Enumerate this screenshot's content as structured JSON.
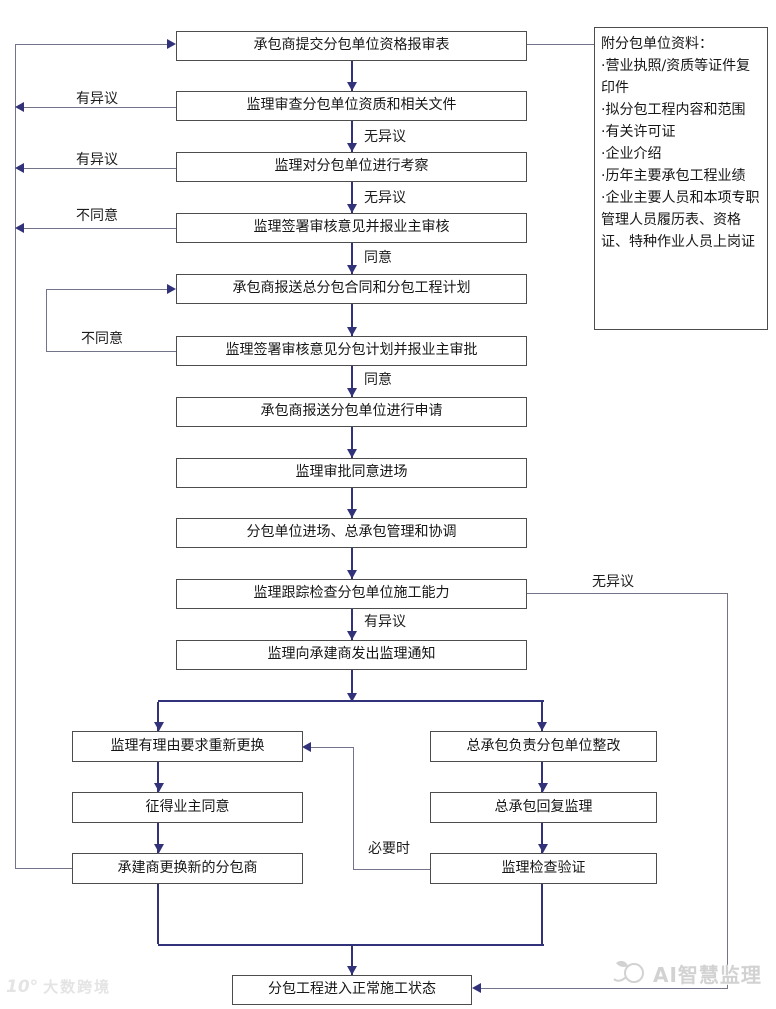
{
  "colors": {
    "arrow_navy": "#32327a",
    "line_gray": "#73738a",
    "box_border": "#4d4d4d",
    "text": "#161616",
    "watermark_gray": "#d9d9d9"
  },
  "flow": {
    "main": [
      "承包商提交分包单位资格报审表",
      "监理审查分包单位资质和相关文件",
      "监理对分包单位进行考察",
      "监理签署审核意见并报业主审核",
      "承包商报送总分包合同和分包工程计划",
      "监理签署审核意见分包计划并报业主审批",
      "承包商报送分包单位进行申请",
      "监理审批同意进场",
      "分包单位进场、总承包管理和协调",
      "监理跟踪检查分包单位施工能力",
      "监理向承建商发出监理通知"
    ],
    "left_branch": [
      "监理有理由要求重新更换",
      "征得业主同意",
      "承建商更换新的分包商"
    ],
    "right_branch": [
      "总承包负责分包单位整改",
      "总承包回复监理",
      "监理检查验证"
    ],
    "final": "分包工程进入正常施工状态"
  },
  "edge_labels": {
    "objection_left_1": "有异议",
    "objection_left_2": "有异议",
    "disagree_left": "不同意",
    "no_objection_1": "无异议",
    "no_objection_2": "无异议",
    "agree_1": "同意",
    "disagree_inner": "不同意",
    "agree_2": "同意",
    "objection_after_track": "有异议",
    "no_objection_right": "无异议",
    "when_necessary": "必要时"
  },
  "note_box": {
    "title": "附分包单位资料：",
    "items": [
      "·营业执照/资质等证件复印件",
      "·拟分包工程内容和范围",
      "·有关许可证",
      "·企业介绍",
      "·历年主要承包工程业绩",
      "·企业主要人员和本项专职管理人员履历表、资格证、特种作业人员上岗证"
    ]
  },
  "watermarks": {
    "bottom_left_logo": "10°",
    "bottom_left_text": "大数跨境",
    "bottom_right_text": "AI智慧监理"
  }
}
